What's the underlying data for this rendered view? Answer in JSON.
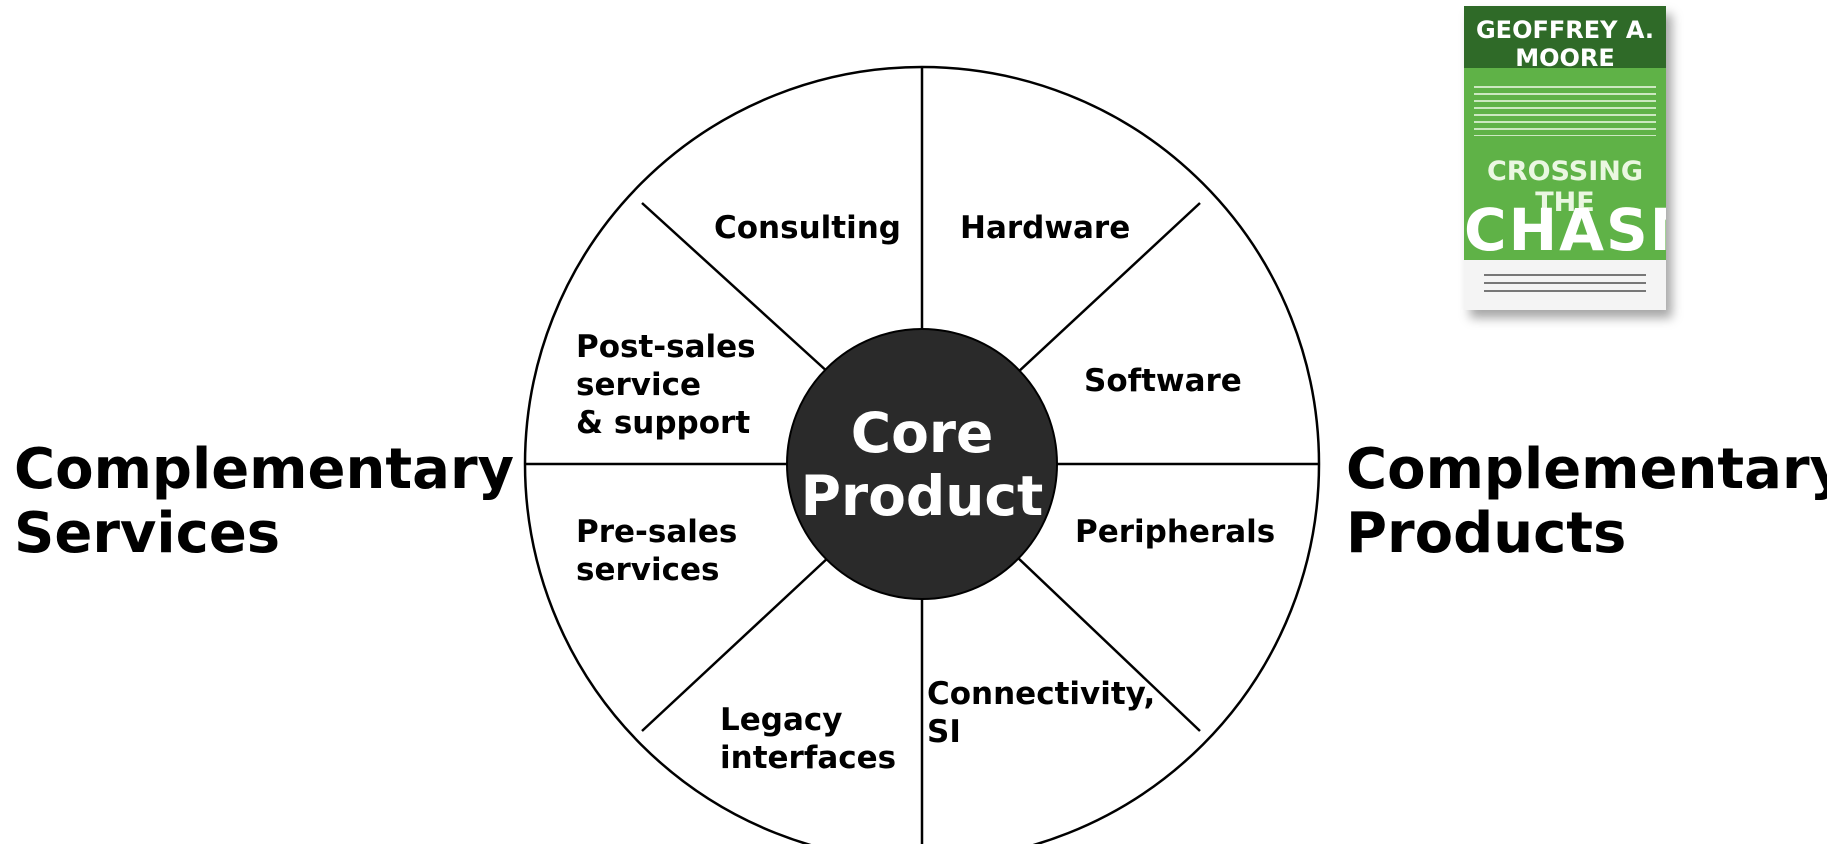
{
  "left_label": {
    "line1": "Complementary",
    "line2": "Services"
  },
  "right_label": {
    "line1": "Complementary",
    "line2": "Products"
  },
  "core": {
    "line1": "Core",
    "line2": "Product"
  },
  "segments": {
    "consulting": [
      "Consulting"
    ],
    "hardware": [
      "Hardware"
    ],
    "software": [
      "Software"
    ],
    "peripherals": [
      "Peripherals"
    ],
    "connectivity": [
      "Connectivity,",
      "SI"
    ],
    "legacy": [
      "Legacy",
      "interfaces"
    ],
    "presales": [
      "Pre-sales",
      "services"
    ],
    "postsales": [
      "Post-sales",
      "service",
      "& support"
    ]
  },
  "book": {
    "author": "GEOFFREY A. MOORE",
    "title_line1": "CROSSING THE",
    "title_line2": "CHASM"
  },
  "colors": {
    "core_fill": "#2a2a2a",
    "line": "#000000",
    "book_green": "#5fb247"
  }
}
